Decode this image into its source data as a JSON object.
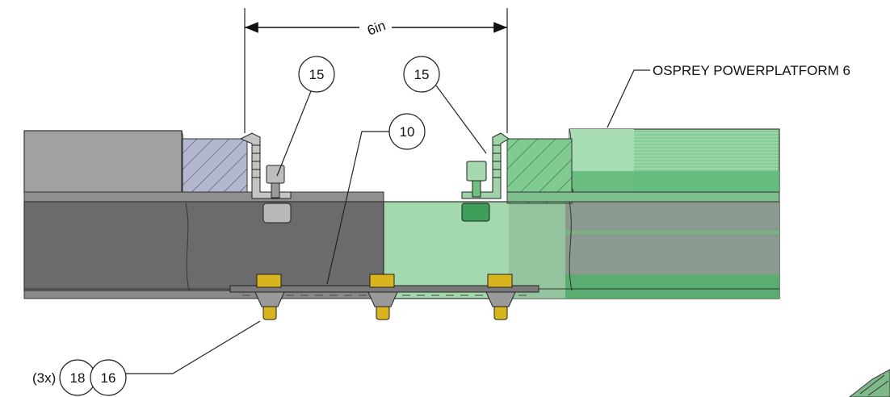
{
  "dimension": {
    "value": "6in"
  },
  "title_callout": {
    "text": "OSPREY POWERPLATFORM 6"
  },
  "balloons": {
    "left_15": "15",
    "right_15": "15",
    "plate_10": "10",
    "bolt_18": "18",
    "bolt_16": "16"
  },
  "qty_prefix": "(3x)",
  "colors": {
    "left_rail_top": "#9b9b9b",
    "left_rail_body": "#6a6a6a",
    "right_rail": "#9ed4a8",
    "right_rail_dark": "#55b06a",
    "hatch_block": "#aeb4cc",
    "bolt_gold": "#d6b21e"
  }
}
